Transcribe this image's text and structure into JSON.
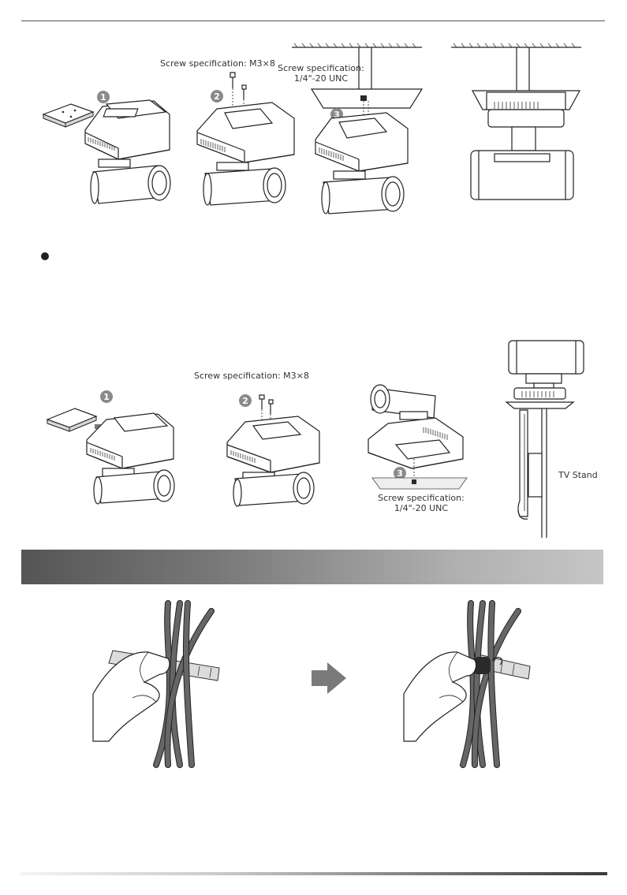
{
  "labels": {
    "spec_m3_top": "Screw specification: M3×8",
    "spec_unc_top_line1": "Screw specification:",
    "spec_unc_top_line2": "1/4\"-20 UNC",
    "spec_m3_bottom": "Screw specification: M3×8",
    "spec_unc_bottom_line1": "Screw specification:",
    "spec_unc_bottom_line2": "1/4\"-20 UNC",
    "tv_stand": "TV Stand"
  },
  "steps": {
    "one": "1",
    "two": "2",
    "three": "3"
  },
  "colors": {
    "step_badge": "#8a8a8a",
    "banner_start": "#555555",
    "banner_end": "#c6c6c6",
    "arrow": "#7a7a7a"
  },
  "icons": {
    "bullet": "bullet-dot-icon",
    "flow_arrow": "right-arrow-icon"
  }
}
